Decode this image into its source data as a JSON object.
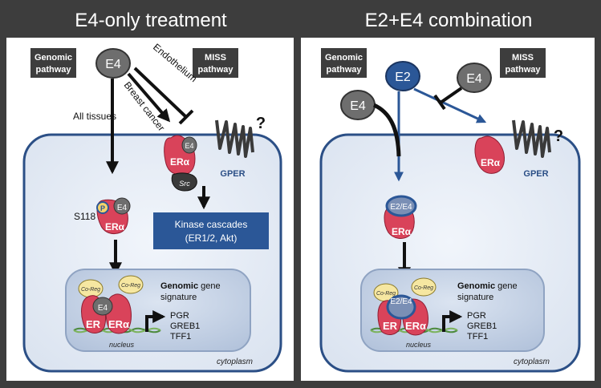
{
  "colors": {
    "frame": "#3d3d3d",
    "cell_fill": "#e6ecf5",
    "cell_stroke": "#2b4f86",
    "nucleus_fill": "#c9d5e6",
    "er_red": "#d9435a",
    "e2_blue": "#2b5797",
    "e4_gray": "#6e6e6e",
    "coreg_yellow": "#f6e7a1",
    "kinase_box": "#2b5797"
  },
  "left_panel": {
    "title": "E4-only treatment",
    "genomic_pathway": [
      "Genomic",
      "pathway"
    ],
    "miss_pathway": [
      "MISS",
      "pathway"
    ],
    "ligand": "E4",
    "arrow_labels": {
      "all_tissues": "All tissues",
      "breast_cancer": "Breast cancer",
      "endothelium": "Endothelium"
    },
    "membrane_receptor": {
      "ligand": "E4",
      "receptor": "ERα",
      "kinase": "Src"
    },
    "gper": {
      "label": "GPER",
      "question": "?"
    },
    "kinase_box": [
      "Kinase cascades",
      "(ER1/2, Akt)"
    ],
    "phospho": {
      "site": "S118",
      "p": "P"
    },
    "cytoplasmic_receptor": {
      "ligand": "E4",
      "receptor": "ERα"
    },
    "nucleus": {
      "coreg": "Co-Reg",
      "dimer_ligand": "E4",
      "dimer": [
        "ER",
        "ERα"
      ],
      "signature_bold": "Genomic",
      "signature_rest": "gene",
      "signature_line2": "signature",
      "genes": [
        "PGR",
        "GREB1",
        "TFF1"
      ],
      "label": "nucleus"
    },
    "cytoplasm_label": "cytoplasm"
  },
  "right_panel": {
    "title": "E2+E4 combination",
    "genomic_pathway": [
      "Genomic",
      "pathway"
    ],
    "miss_pathway": [
      "MISS",
      "pathway"
    ],
    "ligand_e2": "E2",
    "ligand_e4_left": "E4",
    "ligand_e4_right": "E4",
    "membrane_receptor": {
      "receptor": "ERα"
    },
    "gper": {
      "label": "GPER",
      "question": "?"
    },
    "cytoplasmic_receptor": {
      "ligand": "E2/E4",
      "receptor": "ERα"
    },
    "nucleus": {
      "coreg": "Co-Reg",
      "dimer_ligand": "E2/E4",
      "dimer": [
        "ER",
        "ERα"
      ],
      "signature_bold": "Genomic",
      "signature_rest": "gene",
      "signature_line2": "signature",
      "genes": [
        "PGR",
        "GREB1",
        "TFF1"
      ],
      "label": "nucleus"
    },
    "cytoplasm_label": "cytoplasm"
  }
}
